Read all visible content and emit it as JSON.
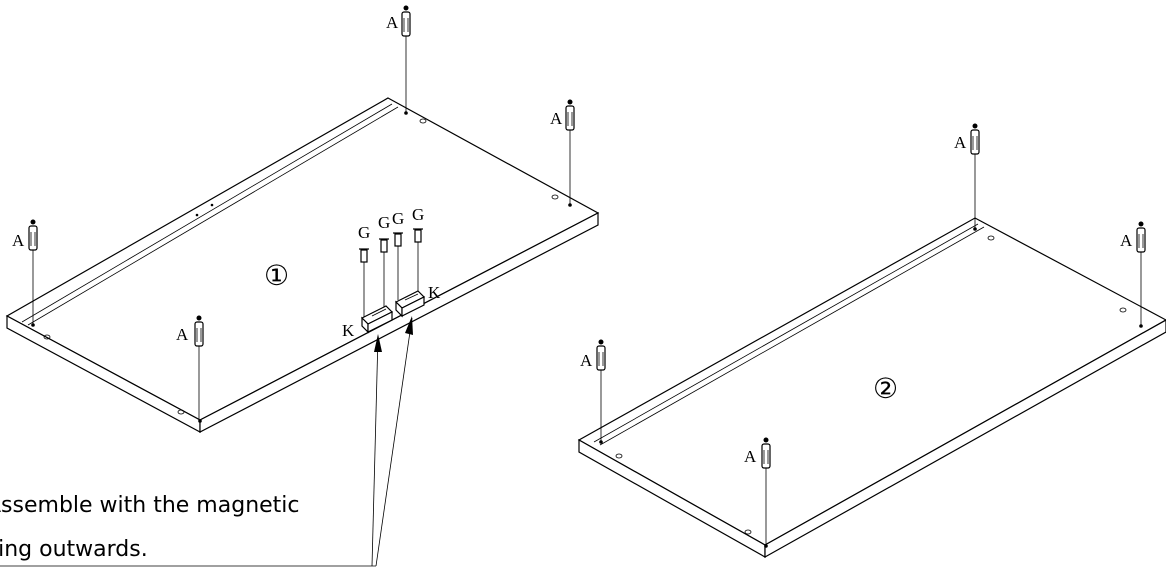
{
  "labels": {
    "screw": "A",
    "small_screw": "G",
    "magnet": "K",
    "step1": "①",
    "step2": "②"
  },
  "note": {
    "line1": "Assemble with the magnetic",
    "line2": "cing outwards."
  }
}
